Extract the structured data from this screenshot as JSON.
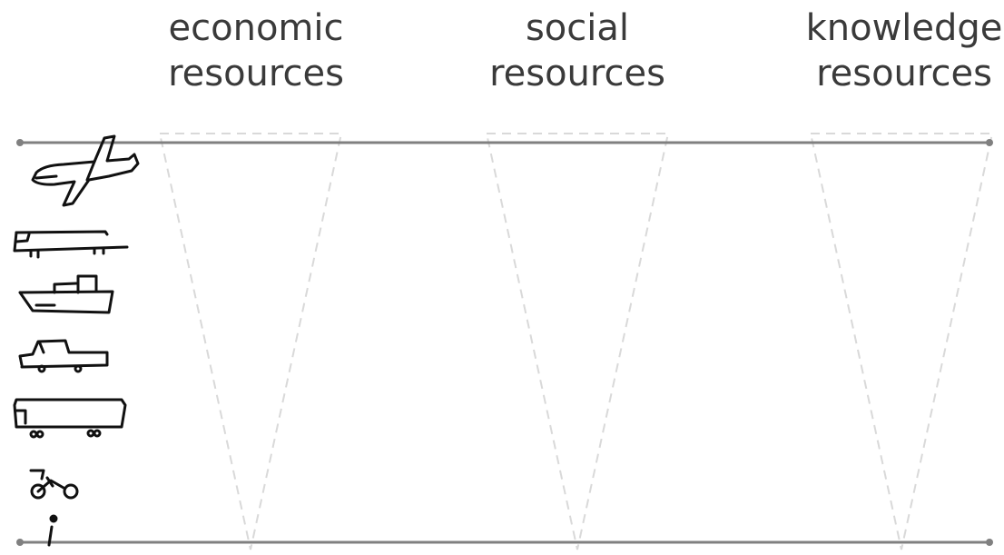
{
  "columns": [
    {
      "line1": "economic",
      "line2": "resources"
    },
    {
      "line1": "social",
      "line2": "resources"
    },
    {
      "line1": "knowledge",
      "line2": "resources"
    }
  ],
  "transport_icons": [
    "airplane-icon",
    "train-icon",
    "ship-icon",
    "car-icon",
    "bus-icon",
    "bicycle-icon",
    "pedestrian-icon"
  ],
  "colors": {
    "axis_line": "#808080",
    "funnel_dash": "#d9d9d9",
    "sketch": "#111111",
    "title_text": "#3a3a3a"
  }
}
